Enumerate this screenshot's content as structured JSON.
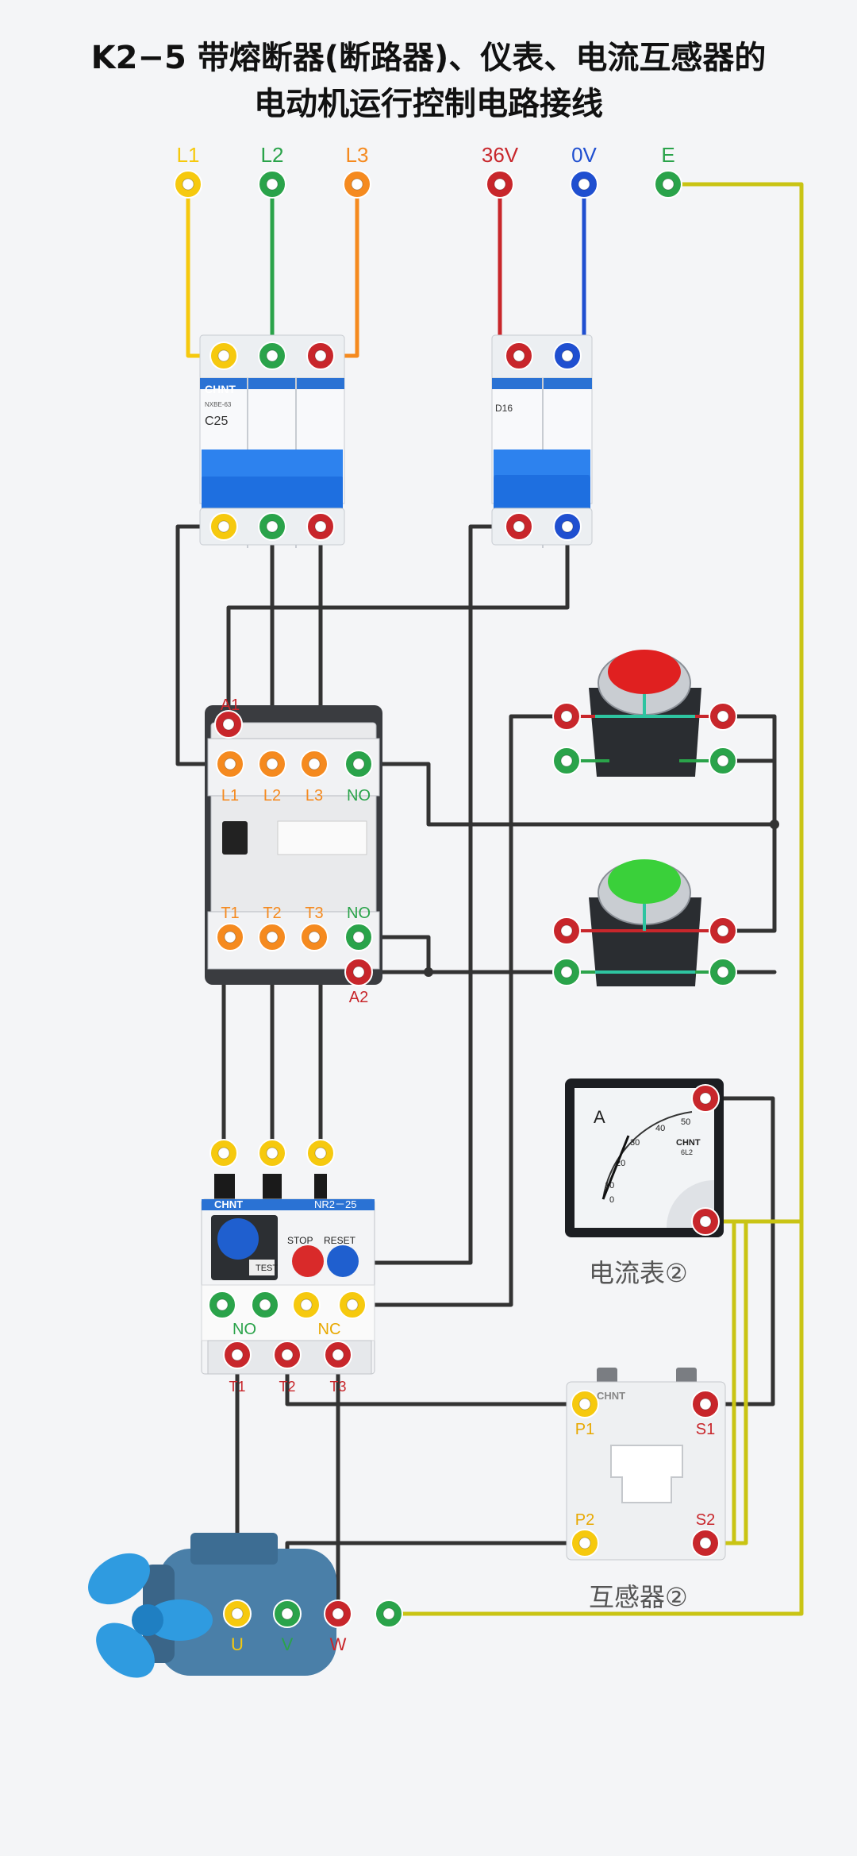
{
  "title": {
    "line1": "K2−5 带熔断器(断路器)、仪表、电流互感器的",
    "line2": "电动机运行控制电路接线"
  },
  "supply_labels": {
    "l1": "L1",
    "l2": "L2",
    "l3": "L3",
    "v36": "36V",
    "v0": "0V",
    "e": "E"
  },
  "breaker_main": {
    "brand": "CHNT",
    "model": "NXBE-63",
    "rating": "C25",
    "handle_color": "#1e6fe0"
  },
  "breaker_ctrl": {
    "rating": "D16",
    "handle_color": "#1e6fe0"
  },
  "contactor": {
    "coil_a1": "A1",
    "coil_a2": "A2",
    "in_labels": [
      "L1",
      "L2",
      "L3",
      "NO"
    ],
    "out_labels": [
      "T1",
      "T2",
      "T3",
      "NO"
    ]
  },
  "buttons": {
    "stop_color": "#e02020",
    "start_color": "#3ad03a"
  },
  "ammeter": {
    "unit": "A",
    "scale": [
      "0",
      "10",
      "20",
      "30",
      "40",
      "50"
    ],
    "brand": "CHNT",
    "model": "6L2",
    "caption": "电流表②"
  },
  "relay": {
    "brand": "CHNT",
    "model": "NR2－25",
    "test": "TEST",
    "stop": "STOP",
    "reset": "RESET",
    "no": "NO",
    "nc": "NC",
    "out_labels": [
      "T1",
      "T2",
      "T3"
    ]
  },
  "ct": {
    "brand": "CHNT",
    "p1": "P1",
    "p2": "P2",
    "s1": "S1",
    "s2": "S2",
    "caption": "互感器②"
  },
  "motor": {
    "u": "U",
    "v": "V",
    "w": "W",
    "body_color": "#4a7fa8",
    "fan_color": "#2f9be0"
  },
  "colors": {
    "yellow": "#f6c90e",
    "green": "#2aa34a",
    "orange": "#f58a1f",
    "red": "#c8262b",
    "blue": "#1f4fd0",
    "wire": "#333333",
    "earth": "#c9c414"
  }
}
